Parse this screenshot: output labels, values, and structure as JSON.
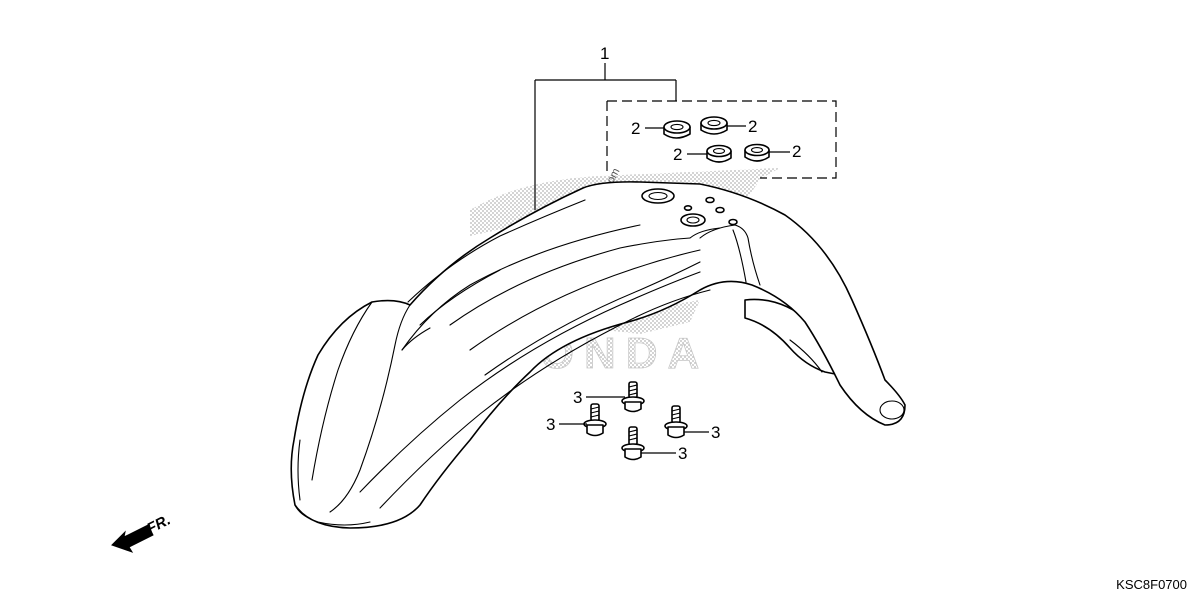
{
  "diagram": {
    "callouts": {
      "fender_assembly": "1",
      "rubber_grommet": "2",
      "flange_bolt": "3"
    },
    "front_direction_label": "FR.",
    "part_code": "KSC8F0700",
    "watermark": {
      "brand": "HONDA",
      "site": "© Partzilla.com"
    }
  },
  "colors": {
    "line": "#000000",
    "background": "#ffffff",
    "watermark": "#c8c8c8"
  }
}
